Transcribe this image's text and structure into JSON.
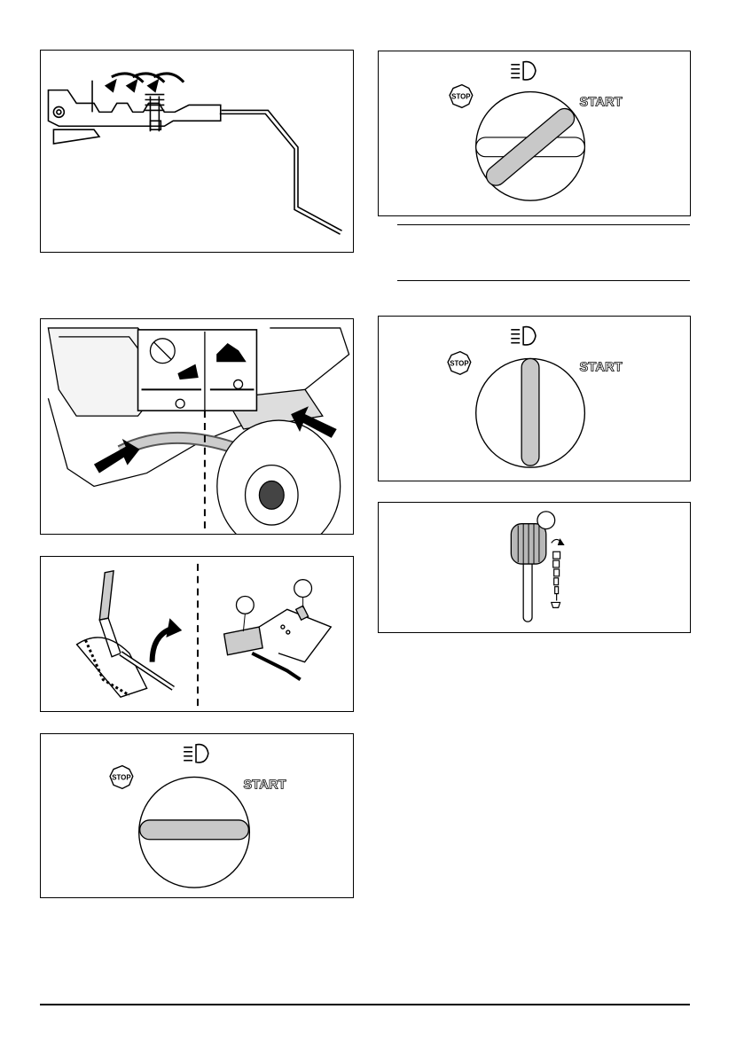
{
  "ignition_labels": {
    "stop": "STOP",
    "start": "START"
  },
  "icons": {
    "headlight": "headlight-icon",
    "stop_sign": "stop-sign-icon",
    "arrow": "arrow-icon",
    "callout": "callout-circle"
  },
  "colors": {
    "line": "#000000",
    "knob_fill": "#c8c8c8",
    "paper": "#ffffff"
  }
}
